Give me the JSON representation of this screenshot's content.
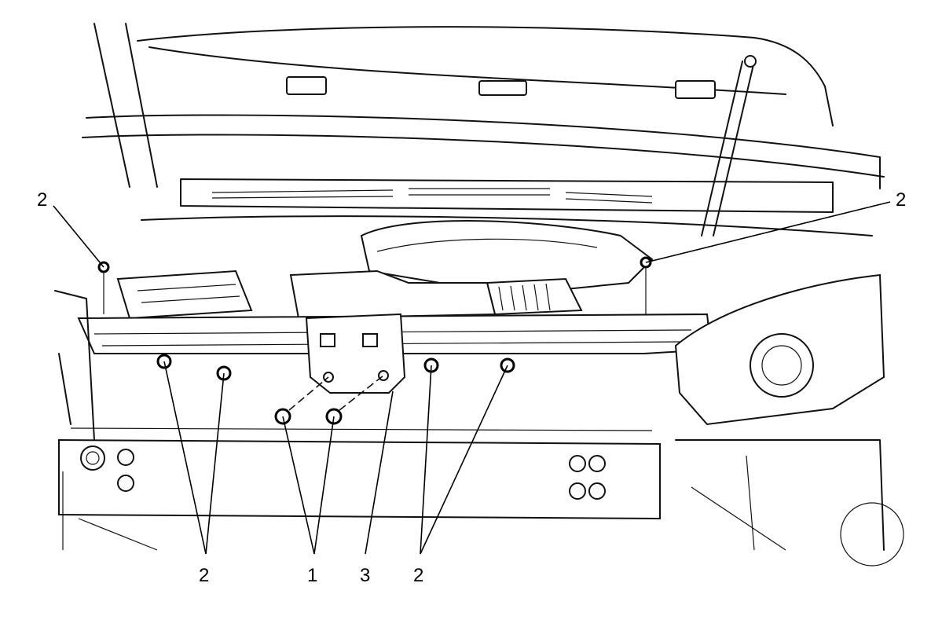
{
  "callouts": {
    "upper_left": "2",
    "upper_right": "2",
    "bottom_left": "2",
    "bottom_center_left": "1",
    "bottom_center": "3",
    "bottom_center_right": "2"
  }
}
